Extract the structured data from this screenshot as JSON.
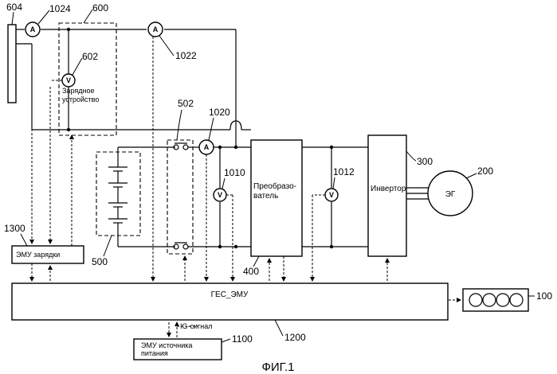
{
  "figure_caption": "ФИГ.1",
  "blocks": {
    "converter": "Преобразо-\nватель",
    "inverter": "Инвертор",
    "generator": "ЭГ",
    "charger": "Зарядное\nустройство",
    "charge_ecu": "ЭМУ зарядки",
    "hev_ecu": "ГЕС_ЭМУ",
    "power_ecu": "ЭМУ источника\nпитания"
  },
  "signals": {
    "ig": "IG-сигнал"
  },
  "meters": {
    "ammeter": "A",
    "voltmeter": "V"
  },
  "refs": {
    "r604": "604",
    "r1024": "1024",
    "r600": "600",
    "r602": "602",
    "r1022": "1022",
    "r502": "502",
    "r1020": "1020",
    "r1010": "1010",
    "r1012": "1012",
    "r300": "300",
    "r200": "200",
    "r1300": "1300",
    "r500": "500",
    "r400": "400",
    "r100": "100",
    "r1100": "1100",
    "r1200": "1200"
  }
}
